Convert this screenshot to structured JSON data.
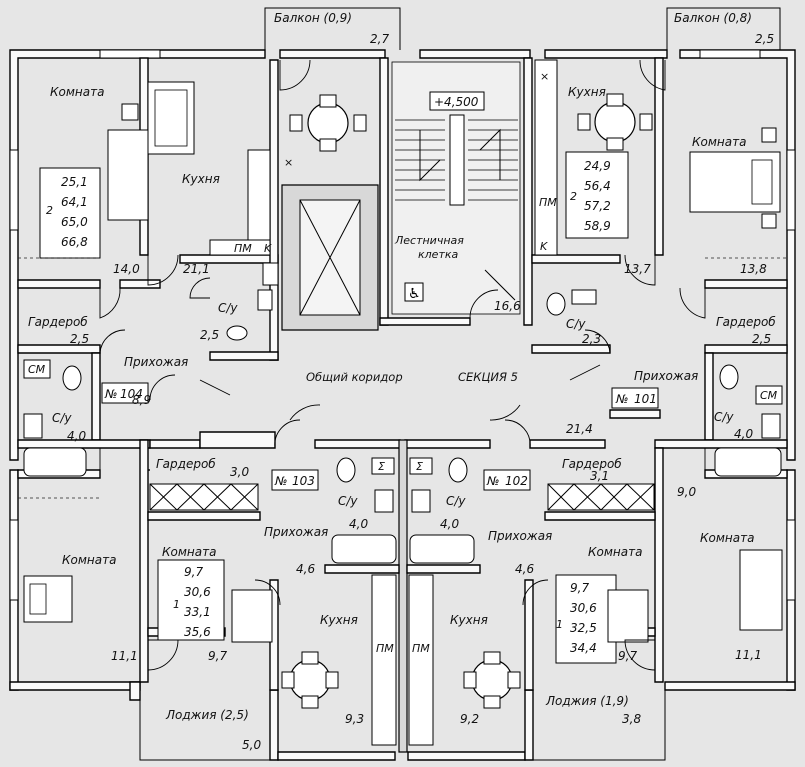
{
  "balconies": {
    "left": {
      "label": "Балкон (0,9)",
      "area": "2,7"
    },
    "right": {
      "label": "Балкон (0,8)",
      "area": "2,5"
    }
  },
  "loggias": {
    "left": {
      "label": "Лоджия (2,5)",
      "area": "5,0"
    },
    "right": {
      "label": "Лоджия (1,9)",
      "area": "3,8"
    }
  },
  "stair": {
    "elevation": "+4,500",
    "label_line1": "Лестничная",
    "label_line2": "клетка",
    "area": "16,6"
  },
  "corridor": {
    "label": "Общий коридор",
    "section": "СЕКЦИЯ 5"
  },
  "apartments": {
    "a104": {
      "number_prefix": "№",
      "number": "104",
      "rooms_count": "2",
      "areas": [
        "25,1",
        "64,1",
        "65,0",
        "66,8"
      ],
      "room_label": "Комната",
      "room_area": "14,0",
      "kitchen_label": "Кухня",
      "kitchen_area": "21,1",
      "wc_label": "С/у",
      "wc_area": "2,5",
      "bath_label": "С/у",
      "bath_area": "4,0",
      "wardrobe_label": "Гардероб",
      "wardrobe_area": "2,5",
      "hall_label": "Прихожая",
      "hall_area": "8,9",
      "room2_label": "Комната",
      "room2_area": "11,1"
    },
    "a101": {
      "number_prefix": "№",
      "number": "101",
      "rooms_count": "2",
      "areas": [
        "24,9",
        "56,4",
        "57,2",
        "58,9"
      ],
      "room_label": "Комната",
      "room_area": "13,8",
      "kitchen_label": "Кухня",
      "kitchen_area": "13,7",
      "wc_label": "С/у",
      "wc_area": "2,3",
      "bath_label": "С/у",
      "bath_area": "4,0",
      "wardrobe_label": "Гардероб",
      "wardrobe_area": "2,5",
      "hall_label": "Прихожая",
      "hall_area": "21,4",
      "room2_label": "Комната",
      "room2_area": "11,1",
      "extra_area": "9,0"
    },
    "a103": {
      "number_prefix": "№",
      "number": "103",
      "rooms_count": "1",
      "areas": [
        "9,7",
        "30,6",
        "33,1",
        "35,6"
      ],
      "room_label": "Комната",
      "room_area": "9,7",
      "kitchen_label": "Кухня",
      "kitchen_area": "9,3",
      "bath_label": "С/у",
      "bath_area": "4,0",
      "wardrobe_label": "Гардероб",
      "wardrobe_area": "3,0",
      "hall_label": "Прихожая",
      "hall_area": "4,6"
    },
    "a102": {
      "number_prefix": "№",
      "number": "102",
      "rooms_count": "1",
      "areas": [
        "9,7",
        "30,6",
        "32,5",
        "34,4"
      ],
      "room_label": "Комната",
      "room_area": "9,7",
      "kitchen_label": "Кухня",
      "kitchen_area": "9,2",
      "bath_label": "С/у",
      "bath_area": "4,0",
      "wardrobe_label": "Гардероб",
      "wardrobe_area": "3,1",
      "hall_label": "Прихожая",
      "hall_area": "4,6"
    }
  },
  "fixtures": {
    "stove": "ПМ",
    "washer": "СМ",
    "sink_mark": "Σ",
    "x_mark": "×",
    "k_mark": "K"
  }
}
